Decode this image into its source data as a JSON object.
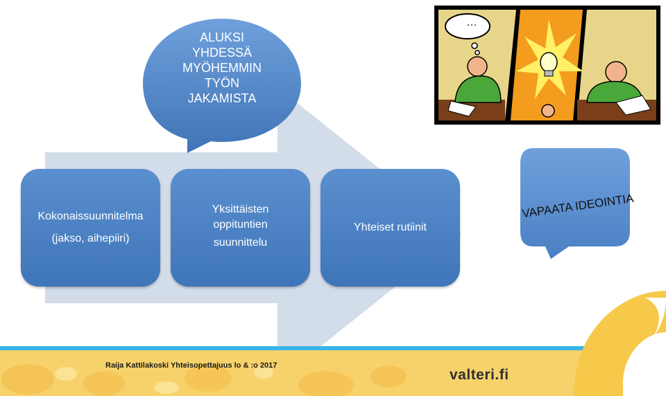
{
  "speech_bubble": {
    "lines": [
      "ALUKSI",
      "YHDESSÄ",
      "MYÖHEMMIN",
      "TYÖN",
      "JAKAMISTA"
    ]
  },
  "process": {
    "steps": [
      {
        "lines": [
          "Kokonaissuunnitelma",
          "(jakso, aihepiiri)"
        ]
      },
      {
        "lines": [
          "Yksittäisten",
          "oppituntien",
          "suunnittelu"
        ]
      },
      {
        "lines": [
          "Yhteiset rutiinit"
        ]
      }
    ]
  },
  "side_callout": {
    "text": "VAPAATA IDEOINTIA"
  },
  "cartoon": {
    "thought_text": "…"
  },
  "footer": {
    "credit": "Raija Kattilakoski Yhteisopettajuus lo & :o 2017",
    "brand": "valteri.fi"
  },
  "colors": {
    "box_fill": "#4a80c4",
    "arrow": "#d3dce9",
    "footer_blue": "#39b4e6",
    "footer_yellow": "#f7d26b",
    "brand_text": "#2f2f2f"
  }
}
